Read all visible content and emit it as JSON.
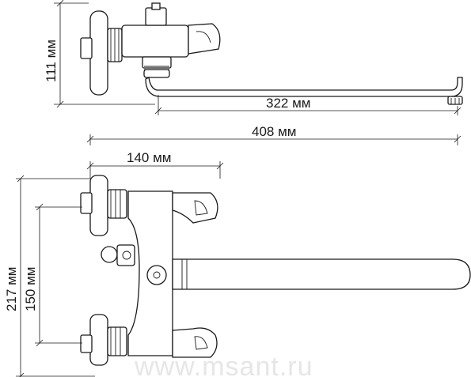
{
  "dimensions": {
    "side_height": "111 мм",
    "spout_length": "322 мм",
    "total_length": "408 мм",
    "center_distance": "140 мм",
    "front_height": "217 мм",
    "front_offset": "150 мм"
  },
  "watermark": "www.msant.ru"
}
